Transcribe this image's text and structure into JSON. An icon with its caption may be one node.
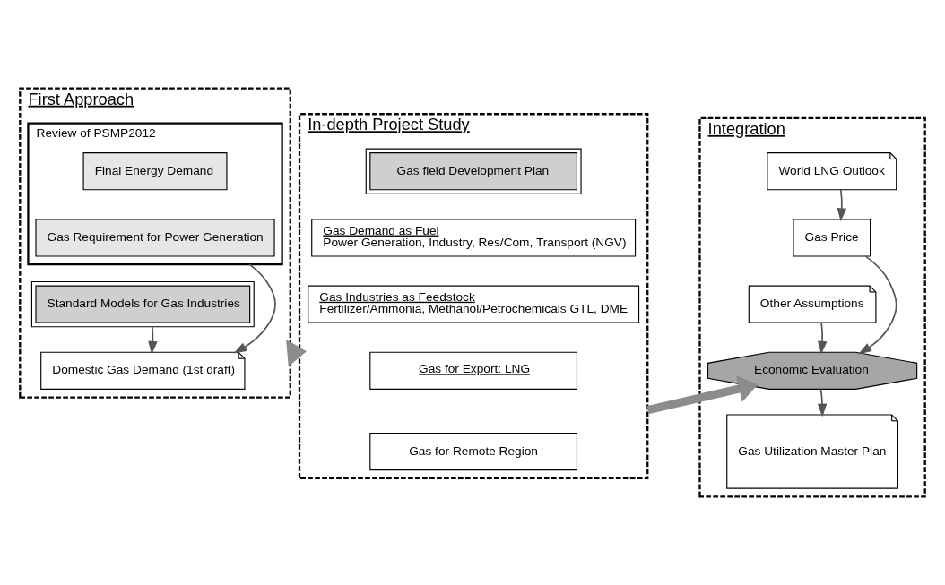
{
  "diagram": {
    "nodes": [
      {
        "text": [
          "First Approach"
        ]
      },
      {
        "text": [
          "Review of PSMP2012"
        ],
        "in": 0
      },
      {
        "text": [
          "Final Energy Demand"
        ],
        "in": 1
      },
      {
        "text": [
          "Gas Requirement for Power Generation"
        ],
        "in": 1
      },
      {
        "text": [
          "Standard Models for Gas Industries"
        ],
        "in": 0
      },
      {
        "text": [
          "Domestic Gas Demand (1st draft)"
        ],
        "in": 0
      },
      {
        "text": [
          "In-depth Project Study"
        ]
      },
      {
        "text": [
          "Gas field Development Plan"
        ],
        "in": 6
      },
      {
        "text": [
          "Gas Demand as Fuel",
          "Power Generation, Industry, Res/Com, Transport (NGV)"
        ],
        "in": 6
      },
      {
        "text": [
          "Gas Industries as Feedstock",
          "Fertilizer/Ammonia, Methanol/Petrochemicals GTL, DME"
        ],
        "in": 6
      },
      {
        "text": [
          "Gas for Export: LNG"
        ],
        "in": 6
      },
      {
        "text": [
          "Gas for Remote Region"
        ],
        "in": 6
      },
      {
        "text": [
          "Integration"
        ]
      },
      {
        "text": [
          "World LNG Outlook"
        ],
        "in": 12
      },
      {
        "text": [
          "Gas Price"
        ],
        "in": 12
      },
      {
        "text": [
          "Other Assumptions"
        ],
        "in": 12
      },
      {
        "text": [
          "Economic Evaluation"
        ],
        "in": 12
      },
      {
        "text": [
          "Gas Utilization Master Plan"
        ],
        "in": 12
      }
    ],
    "edges": [
      {
        "from": 1,
        "to": 5,
        "arrow": "to"
      },
      {
        "from": 4,
        "to": 5,
        "arrow": "to"
      },
      {
        "from": 0,
        "to": 6,
        "arrow": "to",
        "style": "thick",
        "color": "#8c8c8c"
      },
      {
        "from": 6,
        "to": 16,
        "arrow": "to",
        "style": "thick",
        "color": "#8c8c8c"
      },
      {
        "from": 13,
        "to": 14,
        "arrow": "to"
      },
      {
        "from": 14,
        "to": 16,
        "arrow": "to"
      },
      {
        "from": 15,
        "to": 16,
        "arrow": "to"
      },
      {
        "from": 16,
        "to": 17,
        "arrow": "to"
      }
    ]
  }
}
